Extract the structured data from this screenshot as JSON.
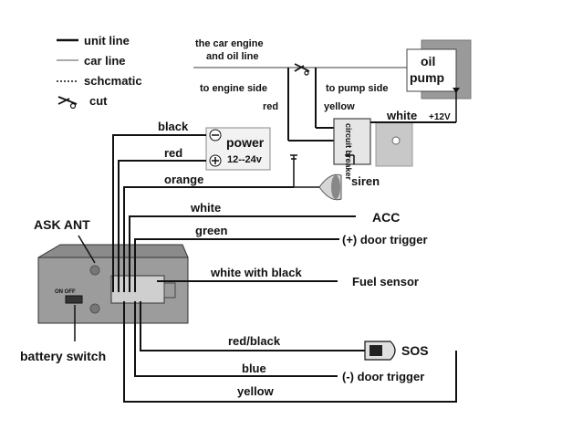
{
  "legend": {
    "unit_line": "unit line",
    "car_line": "car line",
    "schematic": "schcmatic",
    "cut": "cut"
  },
  "engine_oil_line_label_1": "the car engine",
  "engine_oil_line_label_2": "and oil line",
  "to_engine_side": "to engine side",
  "to_pump_side": "to pump side",
  "red_top": "red",
  "yellow_top": "yellow",
  "oil_pump_1": "oil",
  "oil_pump_2": "pump",
  "white_label": "white",
  "plus12v": "+12V",
  "circuit_breaker": "circuit breaker",
  "power_title": "power",
  "power_range": "12--24v",
  "siren": "siren",
  "ask_ant": "ASK ANT",
  "battery_switch": "battery switch",
  "on_off": "ON      OFF",
  "wires": {
    "black": "black",
    "red": "red",
    "orange": "orange",
    "white": "white",
    "green": "green",
    "white_black": "white with black",
    "red_black": "red/black",
    "blue": "blue",
    "yellow": "yellow"
  },
  "targets": {
    "acc": "ACC",
    "door_pos": "(+) door trigger",
    "fuel": "Fuel sensor",
    "sos": "SOS",
    "door_neg": "(-) door trigger"
  }
}
